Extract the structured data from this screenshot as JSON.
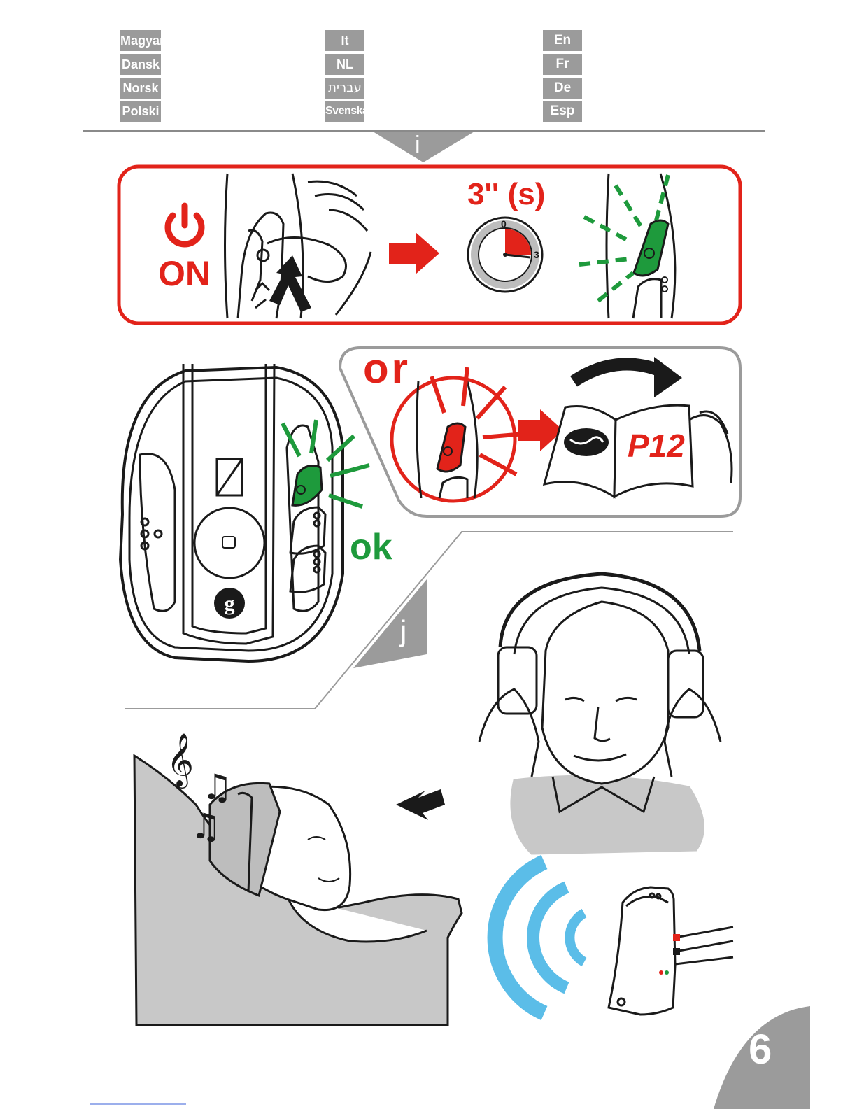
{
  "languages": {
    "col1": [
      "Magyar",
      "Dansk",
      "Norsk",
      "Polski"
    ],
    "col2": [
      "It",
      "NL",
      "עברית",
      "Svenska"
    ],
    "col3": [
      "En",
      "Fr",
      "De",
      "Esp"
    ]
  },
  "step_i": {
    "marker": "i",
    "on_label": "ON",
    "timer_label": "3'' (s)",
    "timer_zero": "0",
    "timer_three": "3"
  },
  "step_result": {
    "or_label": "or",
    "page_ref": "P12",
    "ok_label": "ok"
  },
  "step_j": {
    "marker": "j"
  },
  "page_number": "6",
  "colors": {
    "red": "#e2231a",
    "green": "#1e9a3c",
    "blue": "#5bbde8",
    "grey": "#9b9b9b",
    "dark": "#1a1a1a"
  }
}
